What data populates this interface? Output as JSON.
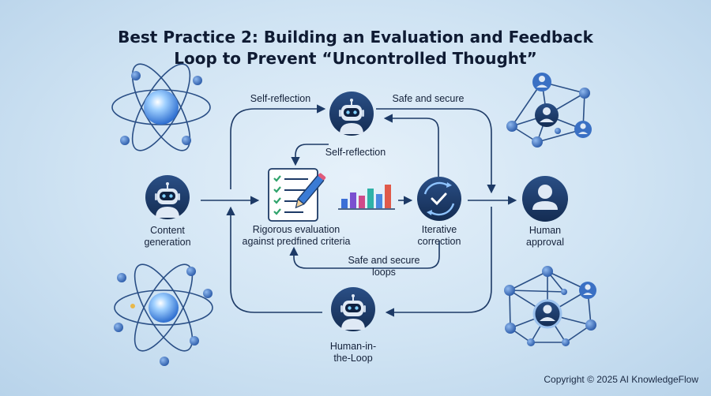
{
  "title": {
    "line1": "Best Practice 2: Building an Evaluation and Feedback",
    "line2": "Loop to Prevent “Uncontrolled Thought”"
  },
  "nodes": {
    "content_generation": {
      "line1": "Content",
      "line2": "generation",
      "icon": "robot-icon"
    },
    "self_reflection": {
      "label": "Self-reflection",
      "icon": "robot-icon"
    },
    "evaluation": {
      "line1": "Rigorous evaluation",
      "line2": "against predfined criteria",
      "icon": "checklist-pencil-icon"
    },
    "iterative_correction": {
      "line1": "Iterative",
      "line2": "correction",
      "icon": "refresh-check-icon"
    },
    "human_approval": {
      "line1": "Human",
      "line2": "approval",
      "icon": "person-icon"
    },
    "human_in_the_loop": {
      "line1": "Human-in-",
      "line2": "the-Loop",
      "icon": "robot-icon"
    }
  },
  "edges": {
    "top_left": "Self-reflection",
    "top_right": "Safe and secure",
    "inner_bottom_line1": "Safe and secure",
    "inner_bottom_line2": "loops"
  },
  "colors": {
    "navy": "#1d3a66",
    "accent_blue": "#3a7bd5",
    "bar_colors": [
      "#3b6fd6",
      "#7a4fd0",
      "#d04a8a",
      "#2fb2a8",
      "#4a88e0",
      "#e05a4a"
    ]
  },
  "copyright": "Copyright © 2025 AI KnowledgeFlow"
}
